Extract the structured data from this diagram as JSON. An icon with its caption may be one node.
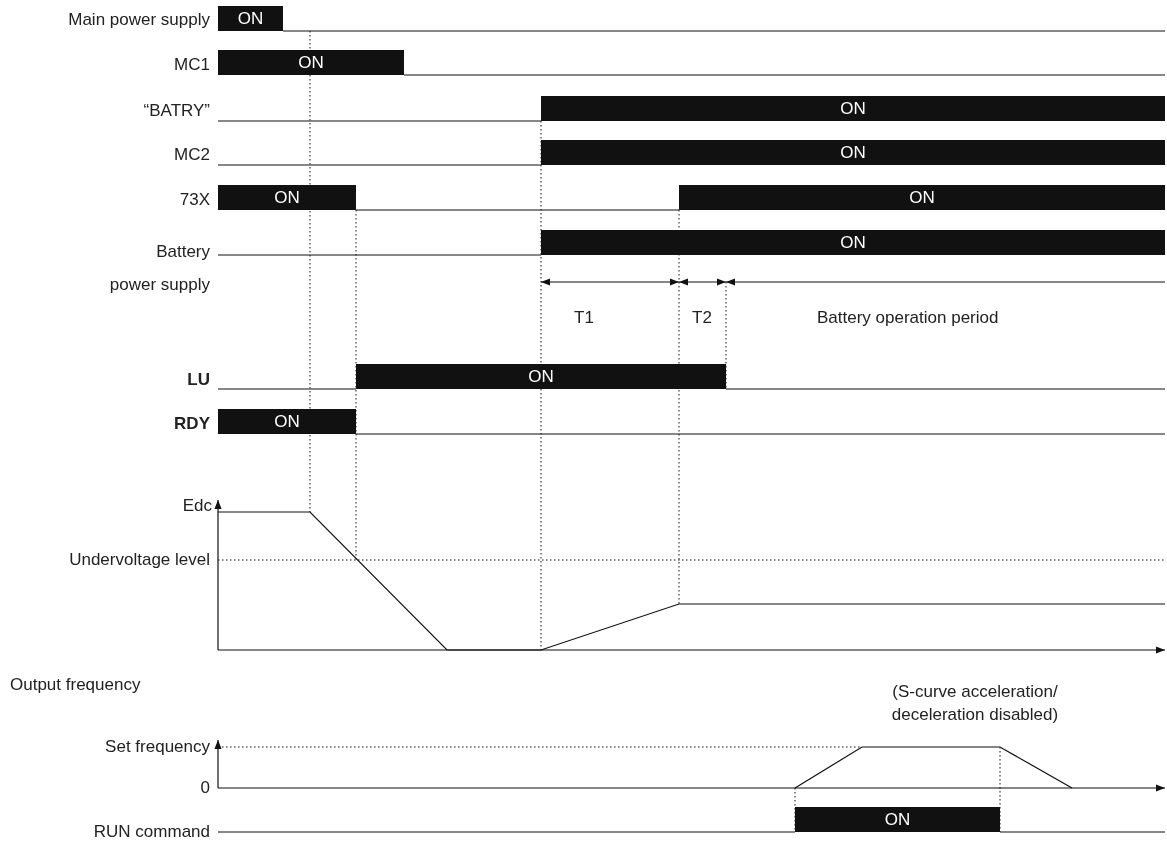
{
  "diagram": {
    "labels": [
      "Main power supply",
      "ON",
      "MC1",
      "ON",
      "“BATRY”",
      "ON",
      "MC2",
      "ON",
      "73X",
      "ON",
      "ON",
      "Battery power supply",
      "ON",
      "T1",
      "T2",
      "Battery operation period",
      "LU",
      "ON",
      "RDY",
      "ON",
      "Edc",
      "Undervoltage level",
      "Output frequency",
      "(S-curve acceleration/ deceleration disabled)",
      "Set frequency",
      "0",
      "RUN command",
      "ON"
    ]
  }
}
